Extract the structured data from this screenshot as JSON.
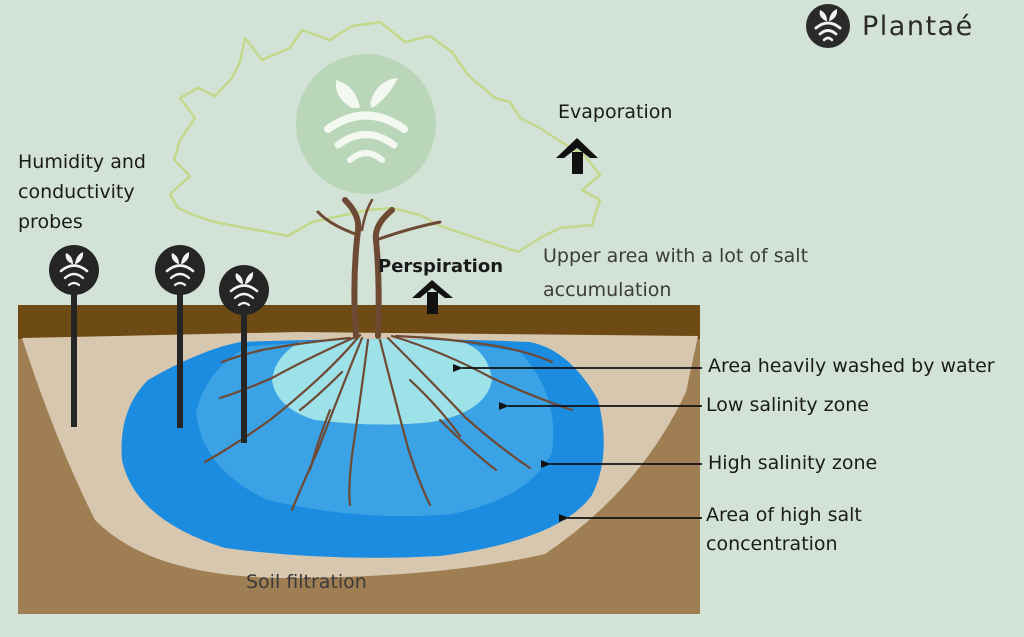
{
  "brand": {
    "name": "Plantaé",
    "icon": "plantae-logo-icon"
  },
  "labels": {
    "probes": [
      "Humidity and",
      "conductivity",
      "probes"
    ],
    "evaporation": "Evaporation",
    "perspiration": "Perspiration",
    "upper_area": [
      "Upper area with a lot of salt",
      "accumulation"
    ],
    "washed": "Area heavily washed by water",
    "low_salinity": "Low salinity zone",
    "high_salinity": "High salinity zone",
    "high_salt": [
      "Area of high salt",
      "concentration"
    ],
    "soil_filtration": "Soil filtration"
  },
  "colors": {
    "background": "#d3e2d6",
    "soil_top": "#6e4a14",
    "soil_body": "#a07e53",
    "sand": "#d6c7ae",
    "high_salinity": "#1c8ce0",
    "low_salinity": "#3aa2e5",
    "washed": "#9ee2e9",
    "tree_outline": "#c2d98c",
    "roots": "#6e4a34",
    "probe": "#252525"
  }
}
